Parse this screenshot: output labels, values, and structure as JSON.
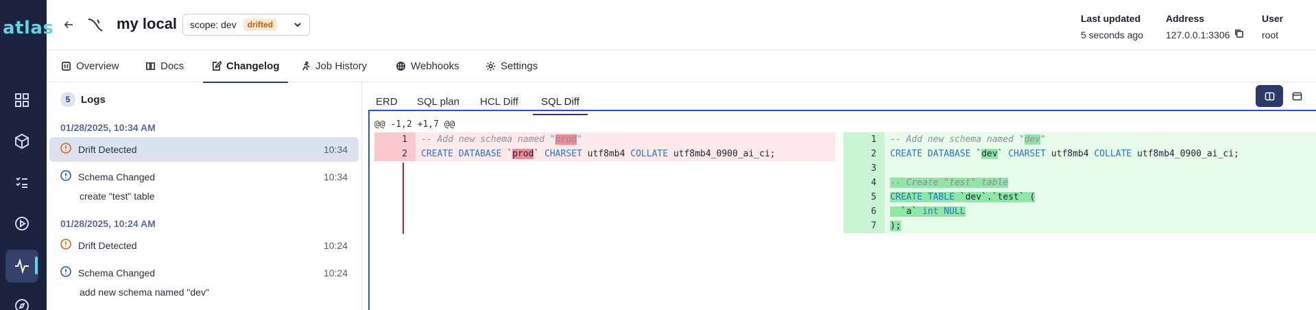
{
  "app": {
    "logo": "atlas"
  },
  "header": {
    "title": "my local",
    "scope_label": "scope: dev",
    "scope_badge": "drifted",
    "last_updated_label": "Last updated",
    "last_updated_value": "5 seconds ago",
    "address_label": "Address",
    "address_value": "127.0.0.1:3306",
    "user_label": "User",
    "user_value": "root"
  },
  "tabs": [
    {
      "label": "Overview"
    },
    {
      "label": "Docs"
    },
    {
      "label": "Changelog"
    },
    {
      "label": "Job History"
    },
    {
      "label": "Webhooks"
    },
    {
      "label": "Settings"
    }
  ],
  "logs": {
    "count": "5",
    "title": "Logs",
    "groups": [
      {
        "date": "01/28/2025, 10:34 AM",
        "items": [
          {
            "label": "Drift Detected",
            "time": "10:34"
          },
          {
            "label": "Schema Changed",
            "time": "10:34",
            "desc": "create \"test\" table"
          }
        ]
      },
      {
        "date": "01/28/2025, 10:24 AM",
        "items": [
          {
            "label": "Drift Detected",
            "time": "10:24"
          },
          {
            "label": "Schema Changed",
            "time": "10:24",
            "desc": "add new schema named \"dev\""
          }
        ]
      }
    ]
  },
  "diff_tabs": [
    {
      "label": "ERD"
    },
    {
      "label": "SQL plan"
    },
    {
      "label": "HCL Diff"
    },
    {
      "label": "SQL Diff"
    }
  ],
  "diff": {
    "hunk": "@@ -1,2 +1,7 @@",
    "left_numbers": [
      "1",
      "2"
    ],
    "right_numbers": [
      "1",
      "2",
      "3",
      "4",
      "5",
      "6",
      "7"
    ],
    "left": {
      "l1_comment": "-- Add new schema named \"",
      "l1_hl": "prod",
      "l1_end": "\"",
      "l2_kw1": "CREATE DATABASE",
      "l2_tick1": " `",
      "l2_hl": "prod",
      "l2_tick2": "` ",
      "l2_kw2": "CHARSET",
      "l2_mid": " utf8mb4 ",
      "l2_kw3": "COLLATE",
      "l2_end": " utf8mb4_0900_ai_ci;"
    },
    "right": {
      "l1_comment": "-- Add new schema named \"",
      "l1_hl": "dev",
      "l1_end": "\"",
      "l2_kw1": "CREATE DATABASE",
      "l2_tick1": " `",
      "l2_hl": "dev",
      "l2_tick2": "` ",
      "l2_kw2": "CHARSET",
      "l2_mid": " utf8mb4 ",
      "l2_kw3": "COLLATE",
      "l2_end": " utf8mb4_0900_ai_ci;",
      "l4": "-- Create \"test\" table",
      "l5_kw": "CREATE TABLE",
      "l5_end": " `dev`.`test` (",
      "l6_a": "  `a` ",
      "l6_kw": "int NULL",
      "l7": ");"
    }
  }
}
